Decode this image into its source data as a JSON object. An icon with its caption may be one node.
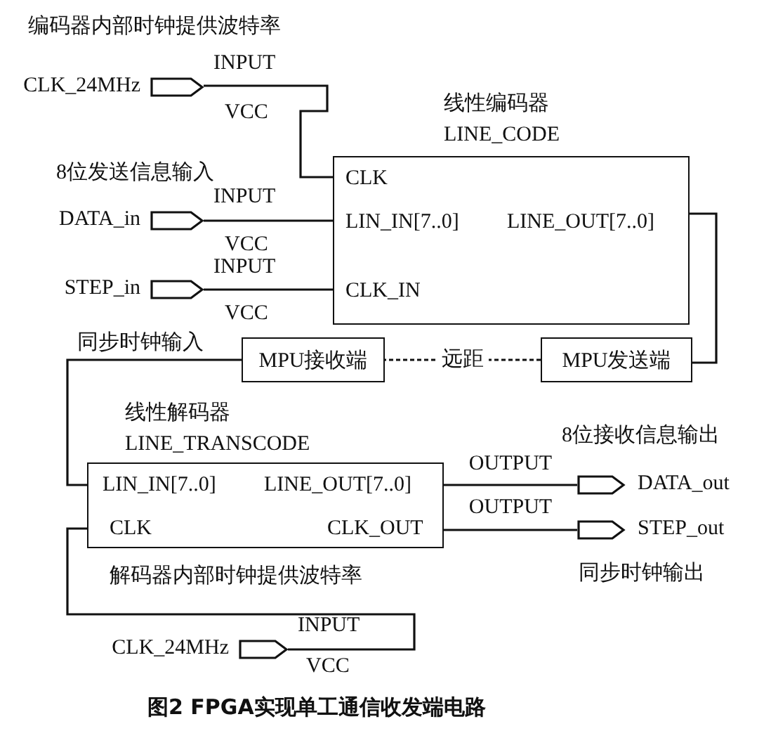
{
  "diagram": {
    "caption": "图2 FPGA实现单工通信收发端电路",
    "nodes": [
      {
        "text": [
          "CLK_24MHz"
        ],
        "beside": [
          "INPUT",
          "VCC"
        ]
      },
      {
        "text": [
          "线性编码器",
          "LINE_CODE",
          "CLK",
          "LIN_IN[7..0]",
          "LINE_OUT[7..0]",
          "CLK_IN"
        ]
      },
      {
        "text": [
          "DATA_in"
        ],
        "beside": [
          "INPUT",
          "VCC"
        ]
      },
      {
        "text": [
          "STEP_in"
        ],
        "beside": [
          "INPUT",
          "VCC"
        ]
      },
      {
        "text": [
          "MPU接收端"
        ]
      },
      {
        "text": [
          "MPU发送端"
        ]
      },
      {
        "text": [
          "线性解码器",
          "LINE_TRANSCODE",
          "LIN_IN[7..0]",
          "LINE_OUT[7..0]",
          "CLK",
          "CLK_OUT"
        ]
      },
      {
        "text": [
          "DATA_out"
        ]
      },
      {
        "text": [
          "STEP_out"
        ]
      },
      {
        "text": [
          "CLK_24MHz"
        ],
        "beside": [
          "INPUT",
          "VCC"
        ]
      }
    ],
    "edges": [
      {
        "from": 0,
        "to": 1,
        "arrow": "none"
      },
      {
        "from": 2,
        "to": 1,
        "arrow": "none"
      },
      {
        "from": 3,
        "to": 1,
        "arrow": "none"
      },
      {
        "from": 1,
        "to": 5,
        "arrow": "none"
      },
      {
        "from": 5,
        "to": 4,
        "arrow": "none",
        "label": "远距",
        "style": "dashed"
      },
      {
        "from": 4,
        "to": 6,
        "arrow": "none"
      },
      {
        "from": 6,
        "to": 7,
        "arrow": "none",
        "label": "OUTPUT"
      },
      {
        "from": 6,
        "to": 8,
        "arrow": "none",
        "label": "OUTPUT"
      },
      {
        "from": 9,
        "to": 6,
        "arrow": "none"
      }
    ],
    "labels": [
      "编码器内部时钟提供波特率",
      "8位发送信息输入",
      "同步时钟输入",
      "8位接收信息输出",
      "解码器内部时钟提供波特率",
      "同步时钟输出"
    ]
  }
}
